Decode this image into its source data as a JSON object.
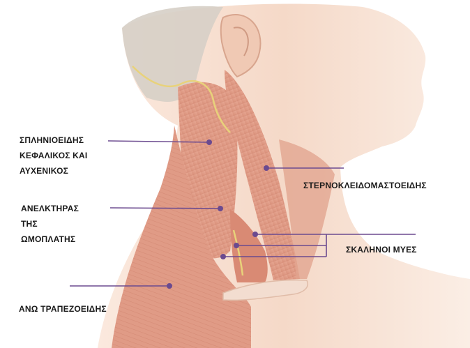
{
  "labels": {
    "splenius": [
      "ΣΠΛΗΝΙΟΕΙΔΗΣ",
      "ΚΕΦΑΛΙΚΟΣ ΚΑΙ",
      "ΑΥΧΕΝΙΚΟΣ"
    ],
    "levator": [
      "ΑΝΕΛΚΤΗΡΑΣ",
      "ΤΗΣ",
      "ΩΜΟΠΛΑΤΗΣ"
    ],
    "trapezius": "ΑΝΩ ΤΡΑΠΕΖΟΕΙΔΗΣ",
    "scm": "ΣΤΕΡΝΟΚΛΕΙΔΟΜΑΣΤΟΕΙΔΗΣ",
    "scalenes": "ΣΚΑΛΗΝΟΙ ΜΥΕΣ"
  },
  "colors": {
    "pointer": "#6b4a8f",
    "label_text": "#1a1a1a",
    "skin": "#f4d6c4",
    "muscle": "#d9907c",
    "muscle_stripe": "#c67660",
    "hair": "#d2cbc3",
    "nerve": "#e8d27a"
  }
}
